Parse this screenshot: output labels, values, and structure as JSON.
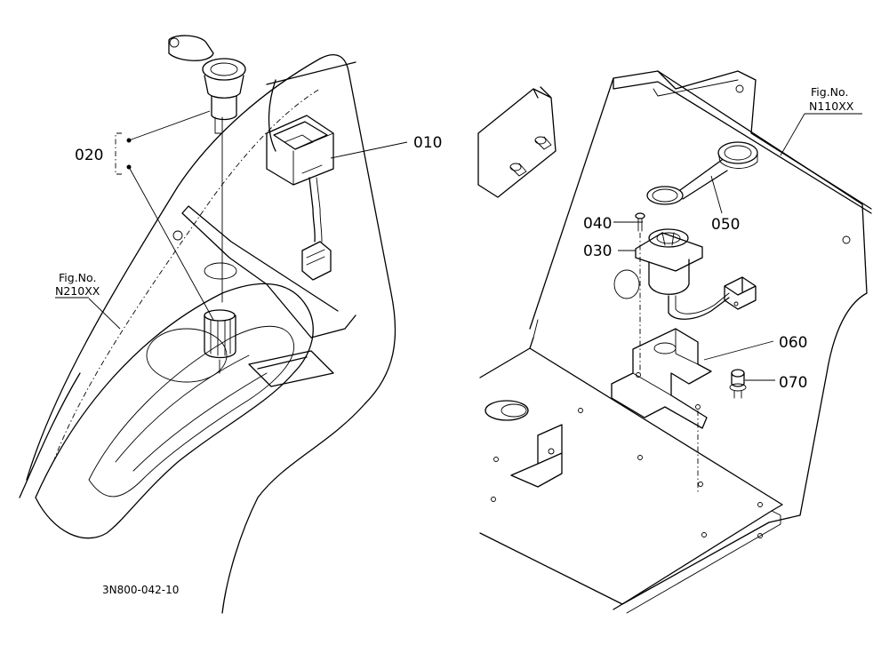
{
  "callouts": {
    "c010": "010",
    "c020": "020",
    "c030": "030",
    "c040": "040",
    "c050": "050",
    "c060": "060",
    "c070": "070"
  },
  "figure_refs": {
    "left_fig_label": "Fig.No.",
    "left_fig_number": "N210XX",
    "right_fig_label": "Fig.No.",
    "right_fig_number": "N110XX"
  },
  "drawing_code": "3N800-042-10"
}
